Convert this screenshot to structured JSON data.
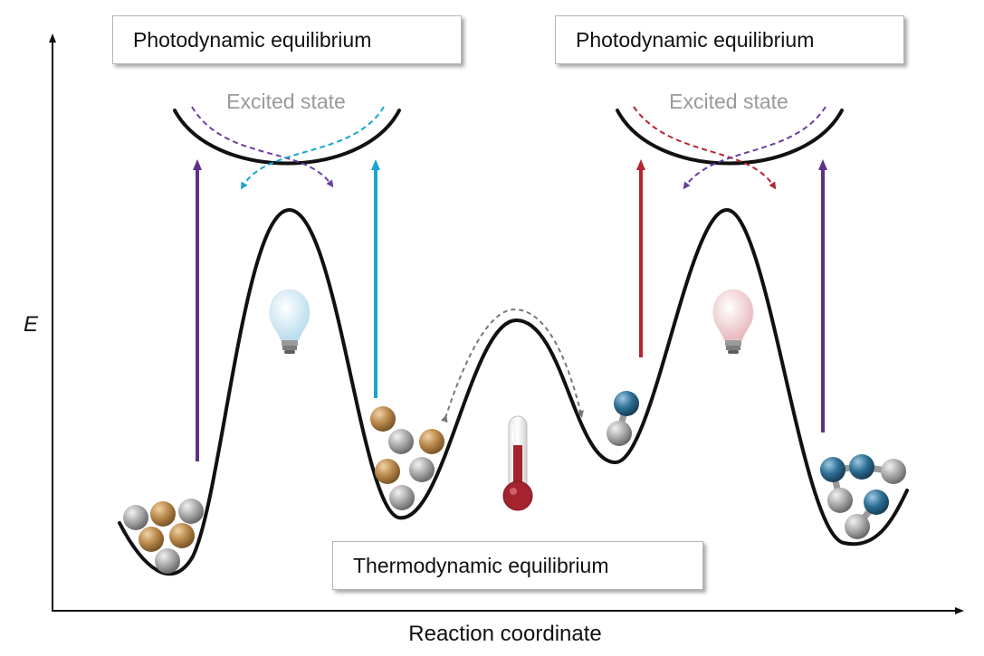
{
  "axes": {
    "y_label": "E",
    "x_label": "Reaction coordinate"
  },
  "boxes": {
    "photo_left": "Photodynamic equilibrium",
    "photo_right": "Photodynamic equilibrium",
    "thermo": "Thermodynamic equilibrium"
  },
  "excited": {
    "left": "Excited state",
    "right": "Excited state"
  },
  "colors": {
    "purple": "#5c3187",
    "cyan": "#17a6cf",
    "red": "#b52530",
    "bronze": "#b8874a",
    "grey": "#a9a9a9",
    "blue": "#2d6e95"
  }
}
